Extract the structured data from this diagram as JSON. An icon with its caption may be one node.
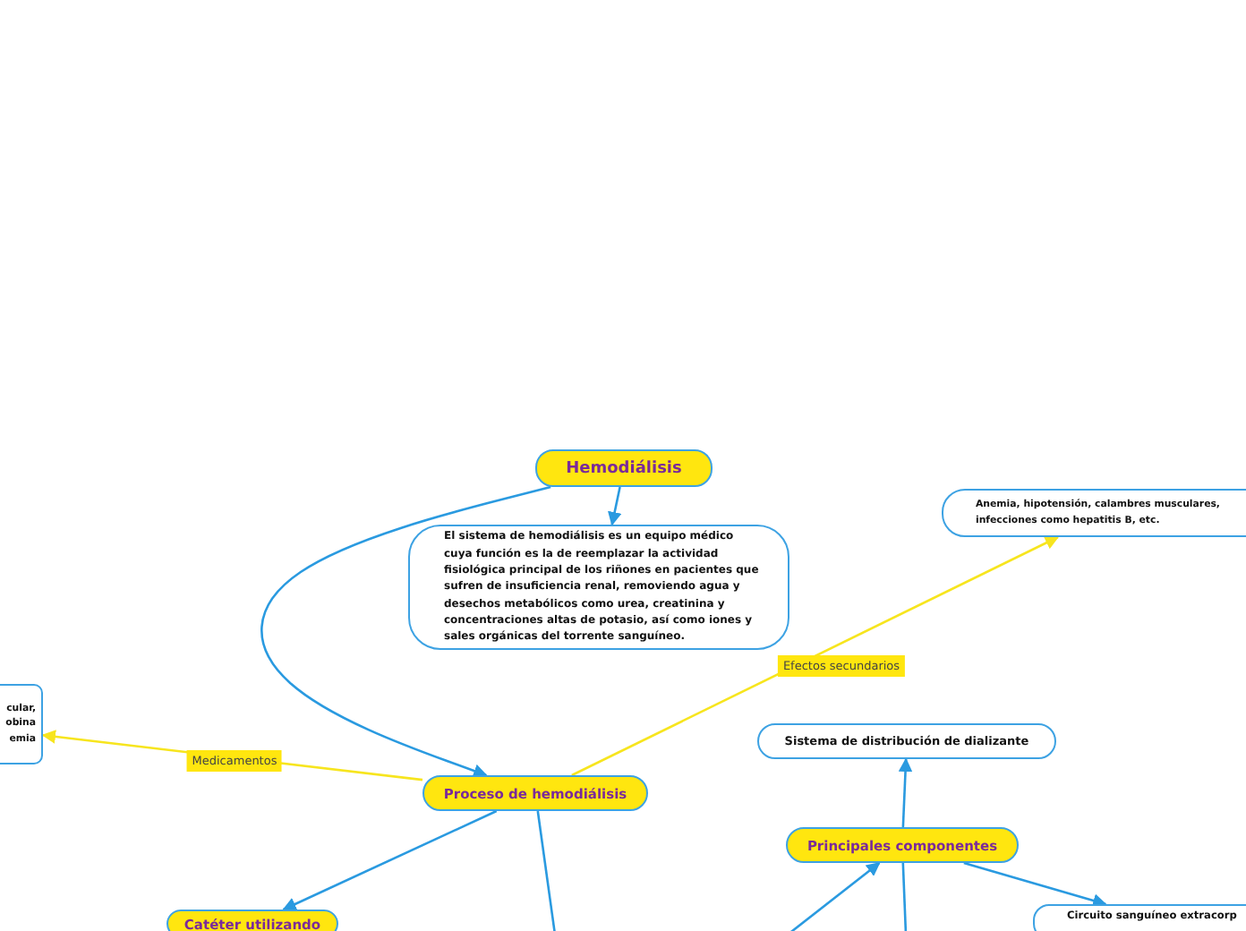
{
  "diagram": {
    "nodes": [
      {
        "text": [
          "Hemodiálisis"
        ]
      },
      {
        "text": [
          "El sistema de hemodiálisis es un equipo médico cuya función es la de reemplazar la actividad fisiológica principal de los riñones en pacientes que sufren de insuficiencia renal, removiendo agua y desechos metabólicos como urea, creatinina y concentraciones altas de potasio, así como iones y sales orgánicas del torrente sanguíneo."
        ]
      },
      {
        "text": [
          "Anemia, hipotensión, calambres musculares, infecciones como hepatitis B, etc."
        ]
      },
      {
        "text": [
          "cular, obina emia"
        ]
      },
      {
        "text": [
          "Proceso de hemodiálisis"
        ]
      },
      {
        "text": [
          "Sistema de distribución de dializante"
        ]
      },
      {
        "text": [
          "Principales componentes"
        ]
      },
      {
        "text": [
          "Catéter utilizando"
        ]
      },
      {
        "text": [
          "Circuito sanguíneo extracorp"
        ]
      }
    ],
    "edges": [
      {
        "from": 0,
        "to": 1,
        "arrow": "to"
      },
      {
        "from": 0,
        "to": 4,
        "arrow": "to"
      },
      {
        "from": 4,
        "to": 3,
        "arrow": "to",
        "label": "Medicamentos",
        "color": "#f7e51e"
      },
      {
        "from": 4,
        "to": 2,
        "arrow": "to",
        "label": "Efectos secundarios",
        "color": "#f7e51e"
      },
      {
        "from": 4,
        "to": 7,
        "arrow": "to"
      },
      {
        "from": 4,
        "to": null,
        "arrow": "none"
      },
      {
        "from": 6,
        "to": 5,
        "arrow": "to"
      },
      {
        "from": null,
        "to": 6,
        "arrow": "to"
      },
      {
        "from": 6,
        "to": null,
        "arrow": "none"
      },
      {
        "from": 6,
        "to": 8,
        "arrow": "to"
      }
    ]
  }
}
